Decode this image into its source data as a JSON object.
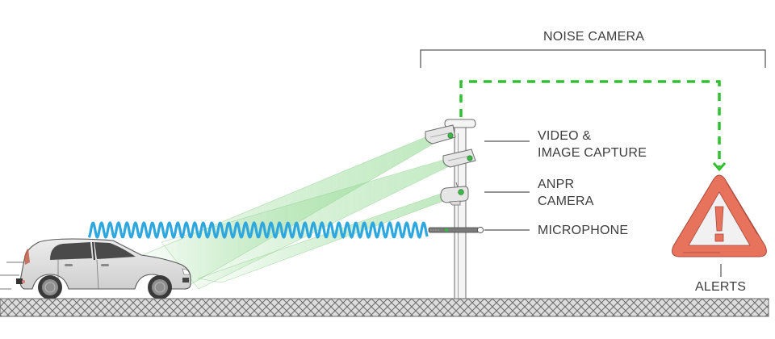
{
  "diagram": {
    "title": "NOISE CAMERA",
    "components": [
      {
        "id": "video",
        "line1": "VIDEO &",
        "line2": "IMAGE CAPTURE"
      },
      {
        "id": "anpr",
        "line1": "ANPR",
        "line2": "CAMERA"
      },
      {
        "id": "mic",
        "line1": "MICROPHONE"
      }
    ],
    "output_label": "ALERTS",
    "subject": "car",
    "colors": {
      "signal_link": "#2fc12f",
      "sound_wave": "#2ea7df",
      "camera_beam": "#8fd88f",
      "alert_fill": "#e8735c",
      "alert_inner": "#f1f1f1",
      "label_text": "#3d3d3d",
      "ground_fill": "#d9d9d9",
      "indicator_led": "#3ab54a"
    }
  }
}
